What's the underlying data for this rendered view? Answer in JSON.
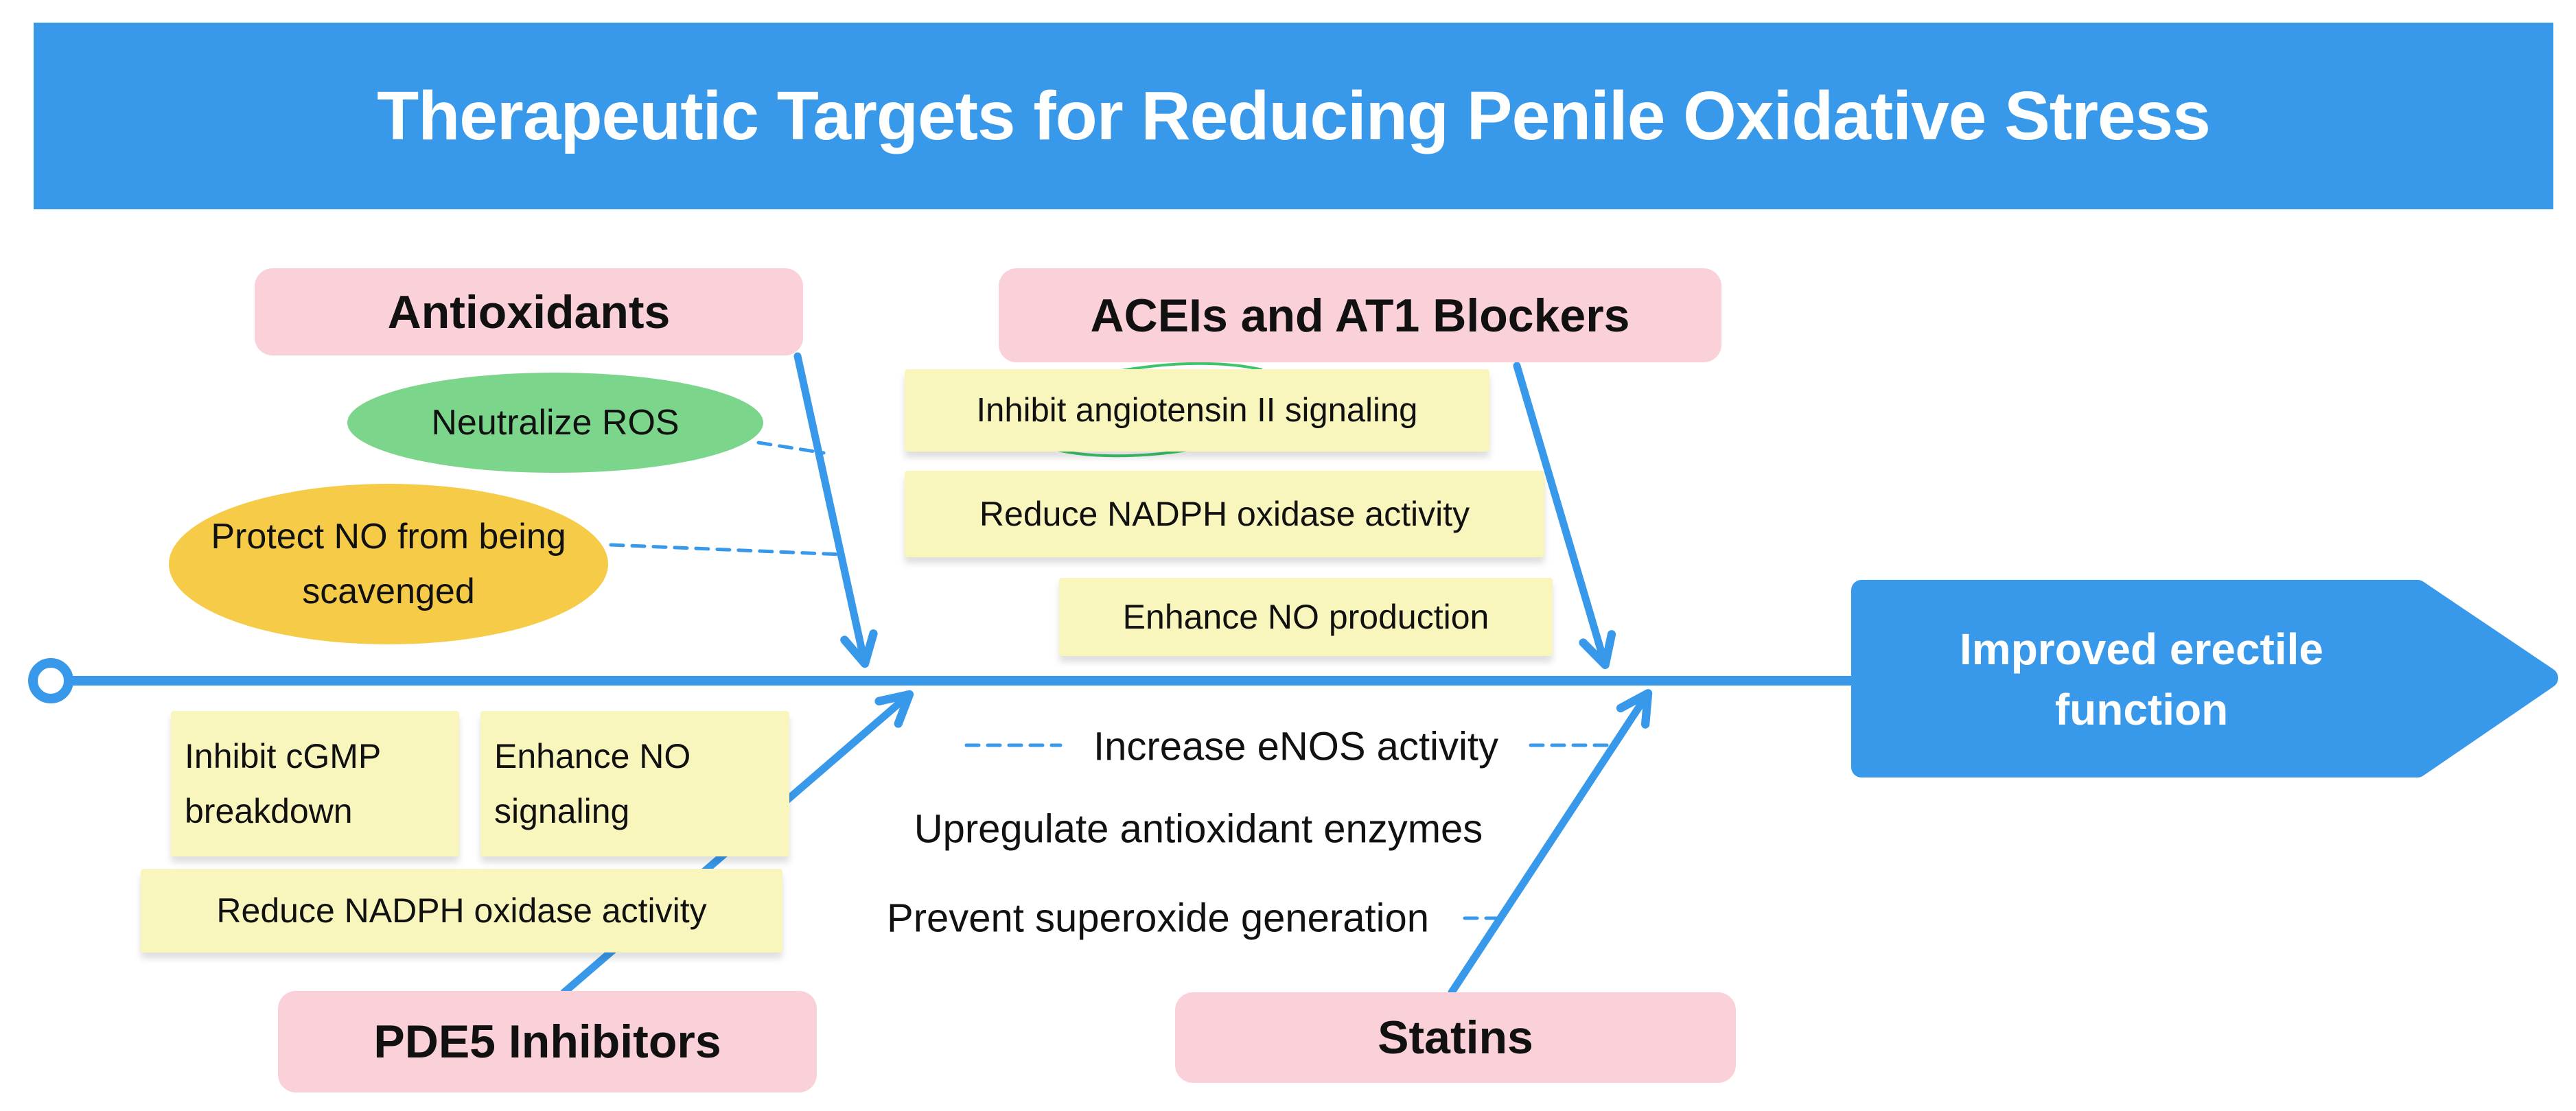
{
  "header": {
    "title": "Therapeutic Targets for Reducing Penile Oxidative Stress"
  },
  "effect": {
    "label": "Improved erectile function"
  },
  "branches": {
    "antioxidants": {
      "label": "Antioxidants",
      "items": [
        "Neutralize ROS",
        "Protect NO from being scavenged"
      ]
    },
    "aceis": {
      "label": "ACEIs and AT1 Blockers",
      "items": [
        "Inhibit angiotensin II signaling",
        "Reduce NADPH oxidase activity",
        "Enhance NO production"
      ],
      "annotation": {
        "type": "hand-drawn-ellipse",
        "around": "angiotensin II",
        "color": "#3EC46D"
      }
    },
    "pde5": {
      "label": "PDE5 Inhibitors",
      "items": [
        "Inhibit cGMP breakdown",
        "Enhance NO signaling",
        "Reduce NADPH oxidase activity"
      ]
    },
    "statins": {
      "label": "Statins",
      "items": [
        "Increase eNOS activity",
        "Upregulate antioxidant enzymes",
        "Prevent superoxide generation"
      ]
    }
  },
  "colors": {
    "accent_blue": "#3899EA",
    "category_pink": "#FAD1D8",
    "note_yellow": "#F9F6BD",
    "ellipse_green": "#7BD68B",
    "ellipse_orange": "#F6CB48",
    "scribble_green": "#3EC46D",
    "text": "#111111",
    "title_text": "#FFFFFF"
  }
}
